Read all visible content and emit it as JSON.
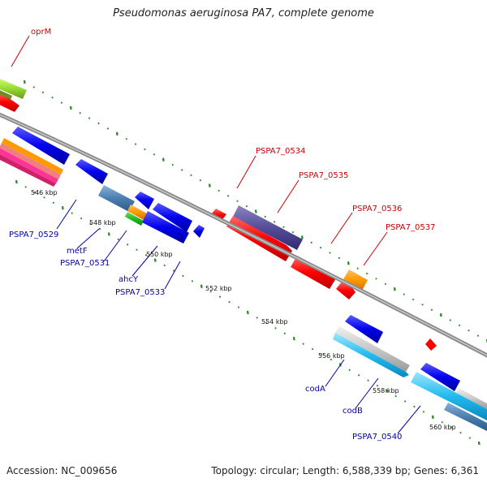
{
  "title": "Pseudomonas aeruginosa PA7, complete genome",
  "footer": {
    "accession": "Accession: NC_009656",
    "topology": "Topology: circular; Length: 6,588,339 bp; Genes: 6,361"
  },
  "ticks": [
    "546 kbp",
    "548 kbp",
    "550 kbp",
    "552 kbp",
    "554 kbp",
    "556 kbp",
    "558 kbp",
    "560 kbp"
  ],
  "genes": [
    {
      "name": "oprM",
      "strand": "forward"
    },
    {
      "name": "PSPA7_0534",
      "strand": "forward"
    },
    {
      "name": "PSPA7_0535",
      "strand": "forward"
    },
    {
      "name": "PSPA7_0536",
      "strand": "forward"
    },
    {
      "name": "PSPA7_0537",
      "strand": "forward"
    },
    {
      "name": "PSPA7_0529",
      "strand": "reverse"
    },
    {
      "name": "metF",
      "strand": "reverse"
    },
    {
      "name": "PSPA7_0531",
      "strand": "reverse"
    },
    {
      "name": "ahcY",
      "strand": "reverse"
    },
    {
      "name": "PSPA7_0533",
      "strand": "reverse"
    },
    {
      "name": "codA",
      "strand": "reverse"
    },
    {
      "name": "codB",
      "strand": "reverse"
    },
    {
      "name": "PSPA7_0540",
      "strand": "reverse"
    }
  ],
  "colors": {
    "forward_label": "#cc0000",
    "reverse_label": "#0000aa",
    "cds_forward": "#ff0000",
    "cds_reverse": "#0000ee",
    "backbone": "#888888",
    "tick": "#228822"
  }
}
